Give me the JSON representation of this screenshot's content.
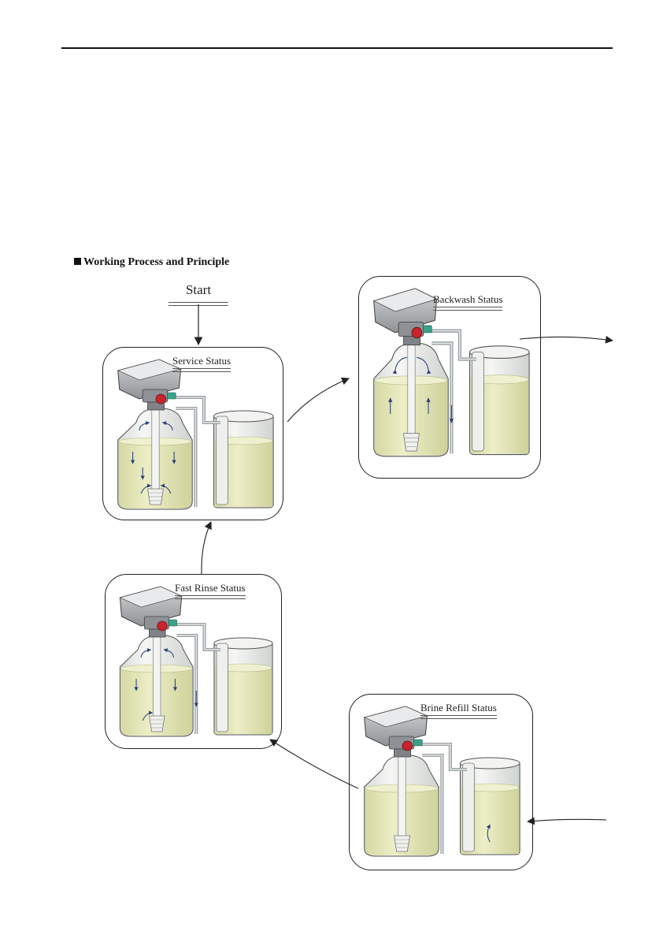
{
  "section": {
    "title": "Working Process and Principle",
    "start_label": "Start"
  },
  "stages": {
    "service": "Service Status",
    "backwash": "Backwash Status",
    "fast_rinse": "Fast Rinse Status",
    "brine_refill": "Brine Refill Status"
  },
  "colors": {
    "water": "#e4e7b6",
    "glass": "#eef0ee",
    "valve_body": "#a9acae",
    "valve_red": "#c8242c",
    "valve_green": "#3aa38a",
    "outline": "#222222"
  }
}
